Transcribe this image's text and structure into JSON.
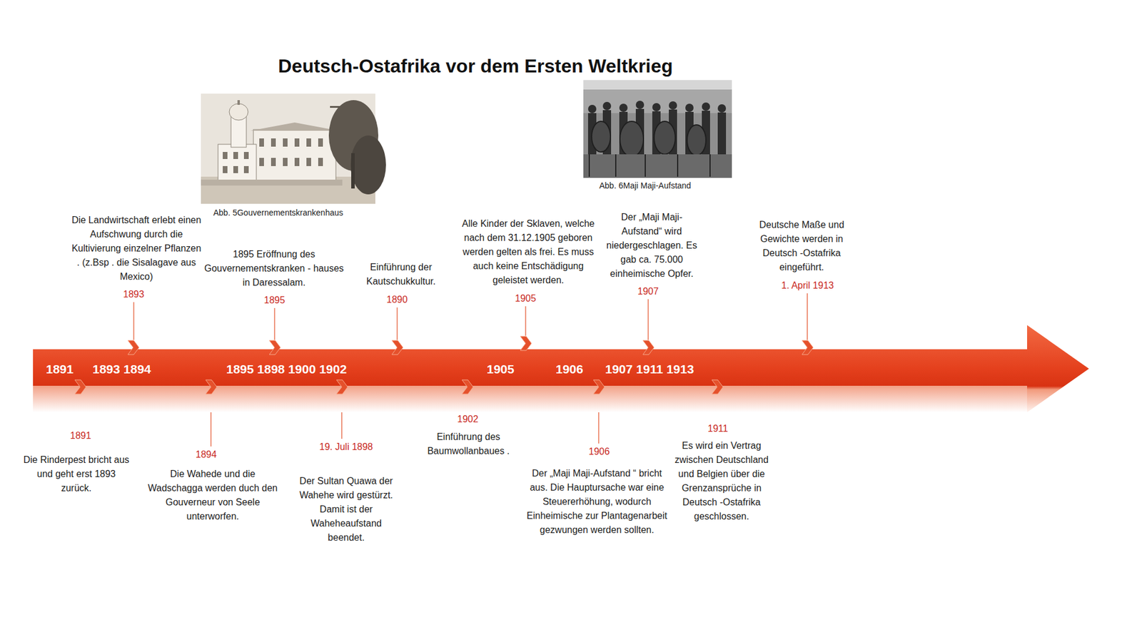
{
  "diagram": {
    "title": "Deutsch-Ostafrika vor dem Ersten Weltkrieg",
    "nodes": [
      {
        "text": [
          "1891",
          "1893 1894",
          "1895 1898 1900 1902",
          "1905",
          "1906",
          "1907 1911 1913"
        ]
      }
    ],
    "labels": [
      "Abb. 5Gouvernementskrankenhaus",
      "Abb. 6Maji Maji-Aufstand",
      "Die Landwirtschaft erlebt einen Aufschwung durch die Kultivierung einzelner Pflanzen . (z.Bsp . die Sisalagave aus Mexico)",
      "1893",
      "1895 Eröffnung des Gouvernementskranken - hauses in Daressalam.",
      "1895",
      "Einführung der Kautschukkultur.",
      "1890",
      "Alle Kinder der Sklaven, welche nach dem 31.12.1905 geboren werden gelten als frei. Es muss auch keine Entschädigung geleistet werden.",
      "1905",
      "Der „Maji Maji-Aufstand“ wird niedergeschlagen. Es gab ca. 75.000 einheimische Opfer.",
      "1907",
      "Deutsche Maße und Gewichte werden in Deutsch -Ostafrika eingeführt.",
      "1. April 1913",
      "1891",
      "Die Rinderpest bricht aus und geht erst 1893 zurück.",
      "1894",
      "Die Wahede und die Wadschagga werden duch den Gouverneur von Seele unterworfen.",
      "19. Juli 1898",
      "Der Sultan Quawa der Wahehe wird gestürzt. Damit ist der Waheheaufstand beendet.",
      "1902",
      "Einführung des Baumwollanbaues .",
      "1906",
      "Der „Maji Maji-Aufstand “ bricht aus. Die Hauptursache war eine Steuererhöhung, wodurch Einheimische zur Plantagenarbeit gezwungen werden sollten.",
      "1911",
      "Es wird ein Vertrag zwischen Deutschland und Belgien über die Grenzansprüche in Deutsch -Ostafrika geschlossen."
    ]
  }
}
